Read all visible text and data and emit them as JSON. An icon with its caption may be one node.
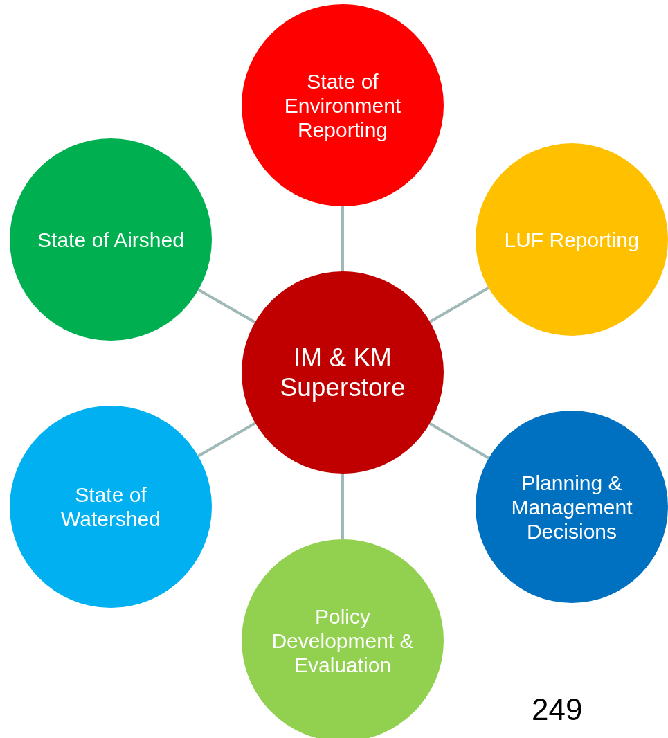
{
  "diagram": {
    "nodes": [
      {
        "text": [
          "IM & KM Superstore"
        ]
      },
      {
        "text": [
          "State of Environment Reporting"
        ]
      },
      {
        "text": [
          "LUF Reporting"
        ]
      },
      {
        "text": [
          "Planning & Management Decisions"
        ]
      },
      {
        "text": [
          "Policy Development & Evaluation"
        ]
      },
      {
        "text": [
          "State of Watershed"
        ]
      },
      {
        "text": [
          "State of Airshed"
        ]
      }
    ],
    "edges": [
      {
        "from": 0,
        "to": 1,
        "arrow": "none"
      },
      {
        "from": 0,
        "to": 2,
        "arrow": "none"
      },
      {
        "from": 0,
        "to": 3,
        "arrow": "none"
      },
      {
        "from": 0,
        "to": 4,
        "arrow": "none"
      },
      {
        "from": 0,
        "to": 5,
        "arrow": "none"
      },
      {
        "from": 0,
        "to": 6,
        "arrow": "none"
      }
    ],
    "labels": [
      "249"
    ]
  }
}
